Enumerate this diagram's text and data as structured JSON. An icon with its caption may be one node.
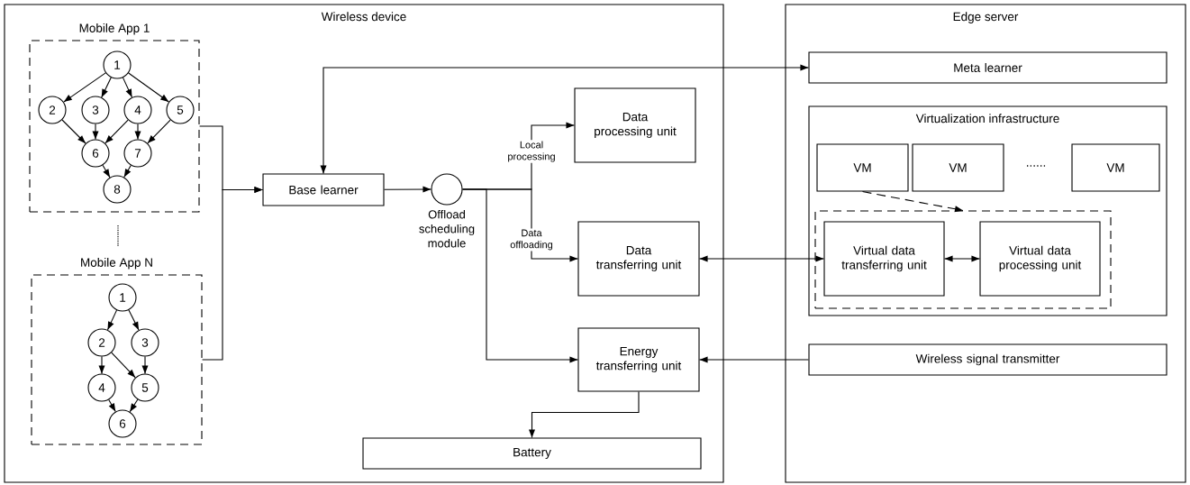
{
  "diagram": {
    "nodes": [
      {
        "text": [
          "Wireless device"
        ]
      },
      {
        "text": [
          "Mobile App 1"
        ],
        "in": 0
      },
      {
        "text": [
          "1"
        ],
        "in": 1
      },
      {
        "text": [
          "2"
        ],
        "in": 1
      },
      {
        "text": [
          "3"
        ],
        "in": 1
      },
      {
        "text": [
          "4"
        ],
        "in": 1
      },
      {
        "text": [
          "5"
        ],
        "in": 1
      },
      {
        "text": [
          "6"
        ],
        "in": 1
      },
      {
        "text": [
          "7"
        ],
        "in": 1
      },
      {
        "text": [
          "8"
        ],
        "in": 1
      },
      {
        "text": [
          "Mobile App N"
        ],
        "in": 0
      },
      {
        "text": [
          "1"
        ],
        "in": 10
      },
      {
        "text": [
          "2"
        ],
        "in": 10
      },
      {
        "text": [
          "3"
        ],
        "in": 10
      },
      {
        "text": [
          "4"
        ],
        "in": 10
      },
      {
        "text": [
          "5"
        ],
        "in": 10
      },
      {
        "text": [
          "6"
        ],
        "in": 10
      },
      {
        "text": [
          "Base learner"
        ],
        "in": 0
      },
      {
        "text": [],
        "shape": "circle",
        "beside": [
          "Offload scheduling module"
        ],
        "in": 0
      },
      {
        "text": [
          "Data processing unit"
        ],
        "in": 0
      },
      {
        "text": [
          "Data transferring unit"
        ],
        "in": 0
      },
      {
        "text": [
          "Energy transferring unit"
        ],
        "in": 0
      },
      {
        "text": [
          "Battery"
        ],
        "in": 0
      },
      {
        "text": [
          "Edge server"
        ]
      },
      {
        "text": [
          "Meta  learner"
        ],
        "in": 23
      },
      {
        "text": [
          "Virtualization infrastructure"
        ],
        "in": 23
      },
      {
        "text": [
          "VM"
        ],
        "in": 25
      },
      {
        "text": [
          "VM"
        ],
        "in": 25
      },
      {
        "text": [
          "VM"
        ],
        "in": 25
      },
      {
        "text": [],
        "shape": "box",
        "in": 25
      },
      {
        "text": [
          "Virtual data transferring unit"
        ],
        "in": 29
      },
      {
        "text": [
          "Virtual data processing unit"
        ],
        "in": 29
      },
      {
        "text": [
          "Wireless signal transmitter"
        ],
        "in": 23
      }
    ],
    "edges": [
      {
        "from": 2,
        "to": 3,
        "arrow": "to"
      },
      {
        "from": 2,
        "to": 4,
        "arrow": "to"
      },
      {
        "from": 2,
        "to": 5,
        "arrow": "to"
      },
      {
        "from": 2,
        "to": 6,
        "arrow": "to"
      },
      {
        "from": 3,
        "to": 7,
        "arrow": "to"
      },
      {
        "from": 4,
        "to": 7,
        "arrow": "to"
      },
      {
        "from": 5,
        "to": 7,
        "arrow": "to"
      },
      {
        "from": 5,
        "to": 8,
        "arrow": "to"
      },
      {
        "from": 6,
        "to": 8,
        "arrow": "to"
      },
      {
        "from": 7,
        "to": 9,
        "arrow": "to"
      },
      {
        "from": 8,
        "to": 9,
        "arrow": "to"
      },
      {
        "from": 11,
        "to": 12,
        "arrow": "to"
      },
      {
        "from": 11,
        "to": 13,
        "arrow": "to"
      },
      {
        "from": 12,
        "to": 14,
        "arrow": "to"
      },
      {
        "from": 12,
        "to": 15,
        "arrow": "to"
      },
      {
        "from": 13,
        "to": 15,
        "arrow": "to"
      },
      {
        "from": 14,
        "to": 16,
        "arrow": "to"
      },
      {
        "from": 15,
        "to": 16,
        "arrow": "to"
      },
      {
        "from": 1,
        "to": 17,
        "arrow": "to"
      },
      {
        "from": 10,
        "to": 17,
        "arrow": "to"
      },
      {
        "from": 17,
        "to": 24,
        "arrow": "both"
      },
      {
        "from": 17,
        "to": 18,
        "arrow": "to"
      },
      {
        "from": 18,
        "to": 19,
        "arrow": "to",
        "label": "Local processing"
      },
      {
        "from": 18,
        "to": 20,
        "arrow": "to",
        "label": "Data offloading"
      },
      {
        "from": 18,
        "to": 21,
        "arrow": "to"
      },
      {
        "from": 21,
        "to": 22,
        "arrow": "to"
      },
      {
        "from": 20,
        "to": 30,
        "arrow": "both"
      },
      {
        "from": 30,
        "to": 31,
        "arrow": "both"
      },
      {
        "from": 32,
        "to": 21,
        "arrow": "to"
      },
      {
        "from": 26,
        "to": 29,
        "arrow": "to",
        "style": "dashed"
      }
    ],
    "labels": [
      "......"
    ]
  }
}
